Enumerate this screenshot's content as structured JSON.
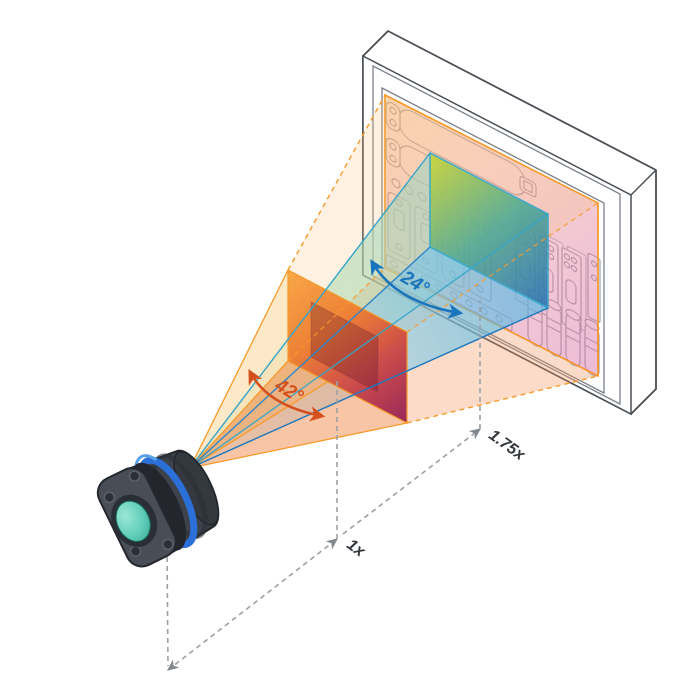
{
  "diagram": {
    "labels": {
      "wide_fov": "42°",
      "narrow_fov": "24°",
      "zoom_near": "1x",
      "zoom_far": "1.75x"
    },
    "colors": {
      "wide_fov_orange": "#F7941D",
      "wide_fov_maroon": "#8E1B54",
      "wide_fov_arc": "#D4511E",
      "narrow_fov_blue": "#1B75BC",
      "narrow_fov_teal": "#2AA5C9",
      "cyan_band": "#5BC2E7",
      "projection_yellow_green": "#CBD52B",
      "projection_pink": "#DD8BBE",
      "lens_glass_teal": "#5FCDB8",
      "lens_ring_blue": "#2B6FD8",
      "panel_outline_gray": "#4A4F55",
      "dashed_gray": "#9AA0A6",
      "zoom_label_color": "#33373D"
    }
  }
}
